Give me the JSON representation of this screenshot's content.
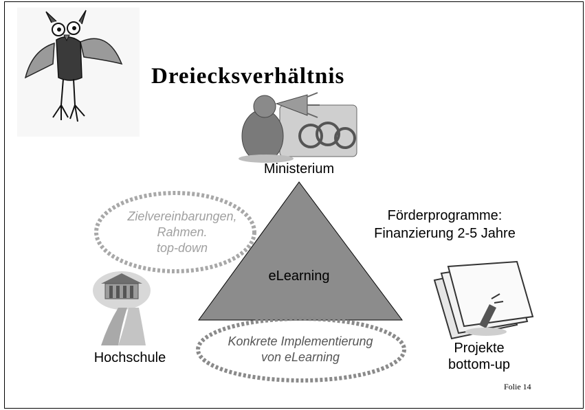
{
  "slide": {
    "title": "Dreiecksverhältnis",
    "top_node": "Ministerium",
    "center": "eLearning",
    "left_node": "Hochschule",
    "right_node": [
      "Projekte",
      "bottom-up"
    ],
    "right_top_text": [
      "Förderprogramme:",
      "Finanzierung 2-5 Jahre"
    ],
    "left_ellipse_text": [
      "Zielvereinbarungen,",
      "Rahmen.",
      "top-down"
    ],
    "bottom_ellipse_text": [
      "Konkrete Implementierung",
      "von eLearning"
    ],
    "footer": "Folie 14"
  },
  "colors": {
    "triangle_fill": "#8c8c8c",
    "dashed_light": "#a8a8a8",
    "dashed_dark": "#8a8a8a"
  },
  "icons": {
    "owl": "owl-illustration",
    "ministry": "megaphone-person-illustration",
    "university": "university-building-illustration",
    "projects": "papers-illustration"
  }
}
